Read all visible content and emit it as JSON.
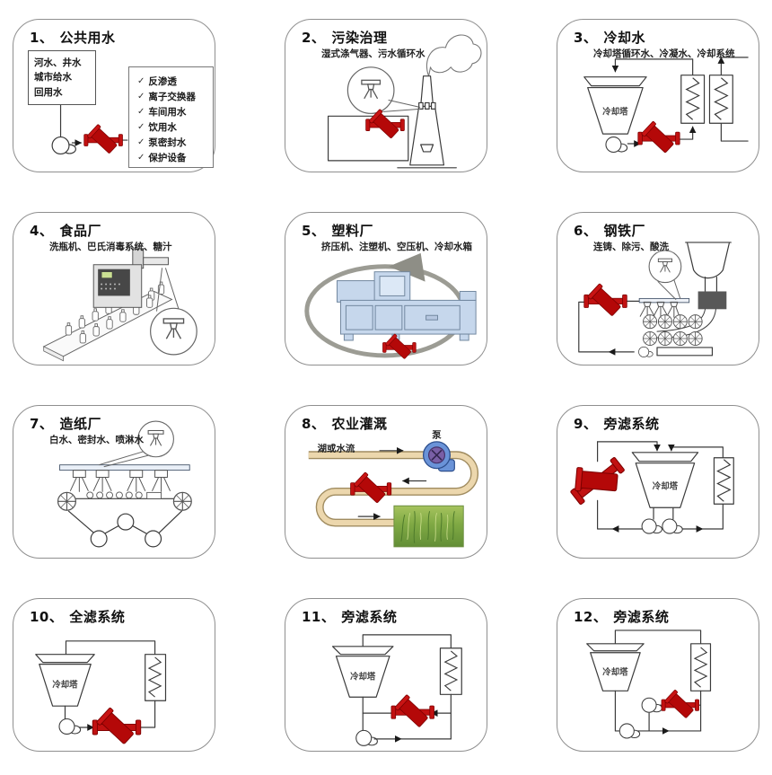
{
  "glyphs": {
    "check": "✓"
  },
  "labels": {
    "cooling_tower": "冷却塔",
    "pump": "泵",
    "water_source": "湖或水流"
  },
  "panels": [
    {
      "num": "1、",
      "title": "公共用水",
      "subtitle": ""
    },
    {
      "num": "2、",
      "title": "污染治理",
      "subtitle": "湿式涤气器、污水循环水"
    },
    {
      "num": "3、",
      "title": "冷却水",
      "subtitle": "冷却塔循环水、冷凝水、冷却系统"
    },
    {
      "num": "4、",
      "title": "食品厂",
      "subtitle": "洗瓶机、巴氏消毒系统、糖汁"
    },
    {
      "num": "5、",
      "title": "塑料厂",
      "subtitle": "挤压机、注塑机、空压机、冷却水箱"
    },
    {
      "num": "6、",
      "title": "钢铁厂",
      "subtitle": "连铸、除污、酸洗"
    },
    {
      "num": "7、",
      "title": "造纸厂",
      "subtitle": "白水、密封水、喷淋水"
    },
    {
      "num": "8、",
      "title": "农业灌溉",
      "subtitle": ""
    },
    {
      "num": "9、",
      "title": "旁滤系统",
      "subtitle": ""
    },
    {
      "num": "10、",
      "title": "全滤系统",
      "subtitle": ""
    },
    {
      "num": "11、",
      "title": "旁滤系统",
      "subtitle": ""
    },
    {
      "num": "12、",
      "title": "旁滤系统",
      "subtitle": ""
    }
  ],
  "panel1": {
    "source_lines": [
      "河水、井水",
      "城市给水",
      "回用水"
    ],
    "checklist": [
      "反渗透",
      "离子交换器",
      "车间用水",
      "饮用水",
      "泵密封水",
      "保护设备"
    ]
  }
}
